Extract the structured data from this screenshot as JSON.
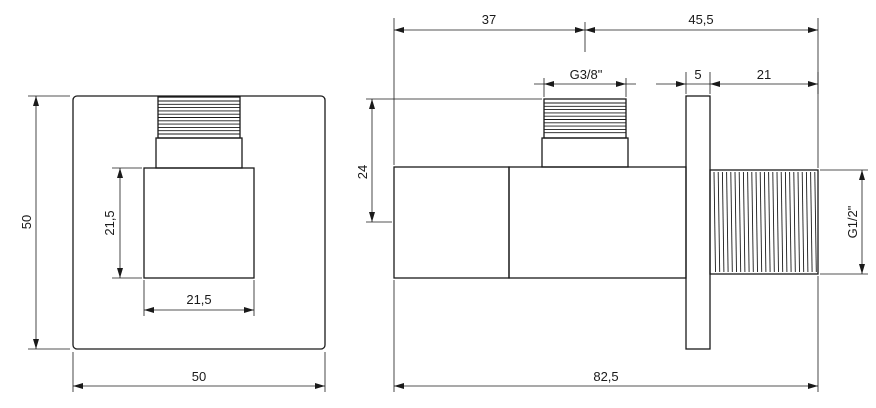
{
  "drawing": {
    "front_view": {
      "body_width": "50",
      "body_height": "50",
      "inner_width": "21,5",
      "inner_height": "21,5"
    },
    "side_view": {
      "length_to_axis": "37",
      "length_from_axis": "45,5",
      "total_length": "82,5",
      "height_to_top": "24",
      "top_thread": "G3/8\"",
      "flange_thickness": "5",
      "thread_length": "21",
      "side_thread": "G1/2\""
    }
  }
}
